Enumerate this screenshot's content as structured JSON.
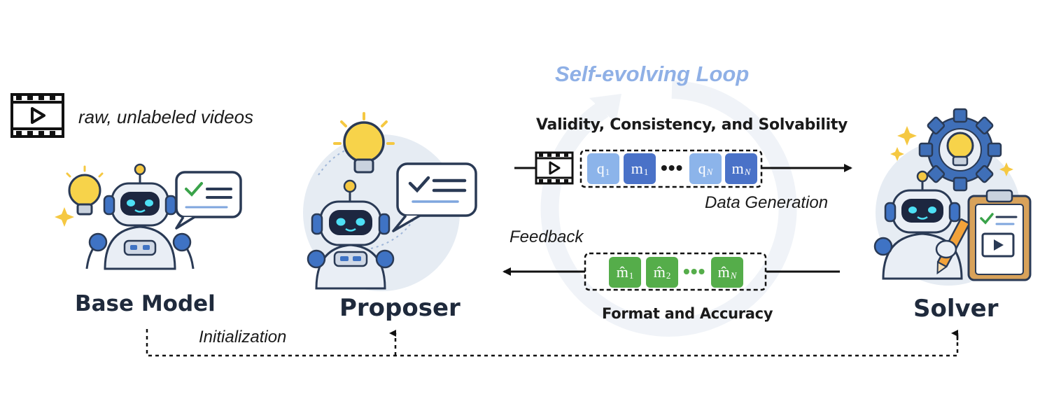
{
  "title": "Self-evolving Loop",
  "input_label": "raw, unlabeled videos",
  "nodes": {
    "base_model": "Base Model",
    "proposer": "Proposer",
    "solver": "Solver"
  },
  "forward_path": {
    "criteria": "Validity, Consistency, and Solvability",
    "label": "Data Generation",
    "tokens": [
      "q",
      "1",
      "m",
      "1",
      "q",
      "N",
      "m",
      "N"
    ],
    "ellipsis": "•••"
  },
  "backward_path": {
    "label": "Feedback",
    "criteria": "Format and Accuracy",
    "tokens": [
      "m̂",
      "1",
      "m̂",
      "2",
      "m̂",
      "N"
    ],
    "ellipsis": "•••"
  },
  "init_label": "Initialization",
  "colors": {
    "loop_title": "#8fb0e6",
    "question_token": "#8cb4ea",
    "answer_token": "#4a72c8",
    "feedback_token": "#55ad4a",
    "robot_body": "#e9eef5",
    "robot_accent": "#3f73c4",
    "bulb": "#f7d34a"
  },
  "icons": [
    "film-icon",
    "robot-icon",
    "lightbulb-icon",
    "checklist-bubble-icon",
    "gear-icon",
    "clipboard-icon",
    "sparkle-icon"
  ]
}
